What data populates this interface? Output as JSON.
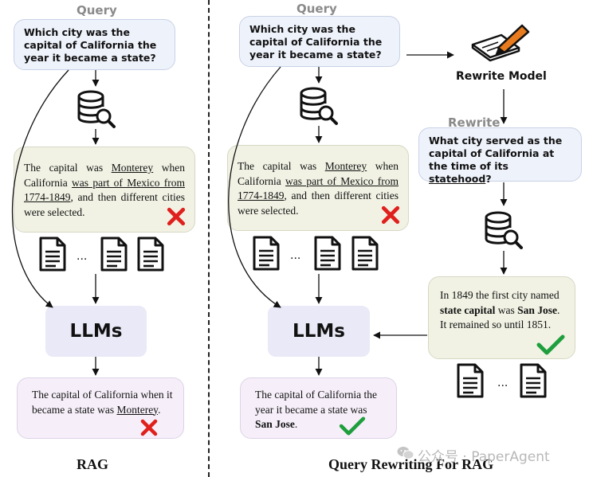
{
  "rag": {
    "query_label": "Query",
    "query_text": "Which city was the capital of California the year it became a state?",
    "doc_parts": {
      "p1": "The capital was ",
      "u1": "Monterey",
      "p2": " when California ",
      "u2": "was part of Mexico from 1774-1849",
      "p3": ", and then different cities were selected."
    },
    "llm_label": "LLMs",
    "answer_parts": {
      "p1": "The capital of California when it became a state was ",
      "u1": "Monterey",
      "p2": "."
    },
    "caption": "RAG"
  },
  "rewriting": {
    "query_label": "Query",
    "query_text": "Which city was the capital of California the year it became a state?",
    "rewrite_model_label": "Rewrite Model",
    "rewrite_label": "Rewrite",
    "rewrite_parts": {
      "p1": "What city served as the capital of California at the time of its ",
      "u1": "statehood",
      "p2": "?"
    },
    "doc_parts": {
      "p1": "The capital was ",
      "u1": "Monterey",
      "p2": " when California ",
      "u2": "was part of Mexico from 1774-1849",
      "p3": ", and then different cities were selected."
    },
    "good_doc_parts": {
      "p1": "In 1849 the first city named ",
      "b1": "state capital",
      "p2": " was ",
      "b2": "San Jose",
      "p3": ". It remained so until 1851."
    },
    "llm_label": "LLMs",
    "answer_parts": {
      "p1": "The capital of California the year it became a state was ",
      "b1": "San Jose",
      "p2": "."
    },
    "caption": "Query Rewriting For RAG"
  },
  "ellipsis": "...",
  "watermark": "公众号 · PaperAgent",
  "colors": {
    "cross": "#e0201c",
    "check": "#1e9e3c",
    "divider": "#222222"
  },
  "icons": [
    "database-search-icon",
    "document-icon",
    "cross-icon",
    "check-icon",
    "signing-pen-icon",
    "wechat-icon"
  ]
}
